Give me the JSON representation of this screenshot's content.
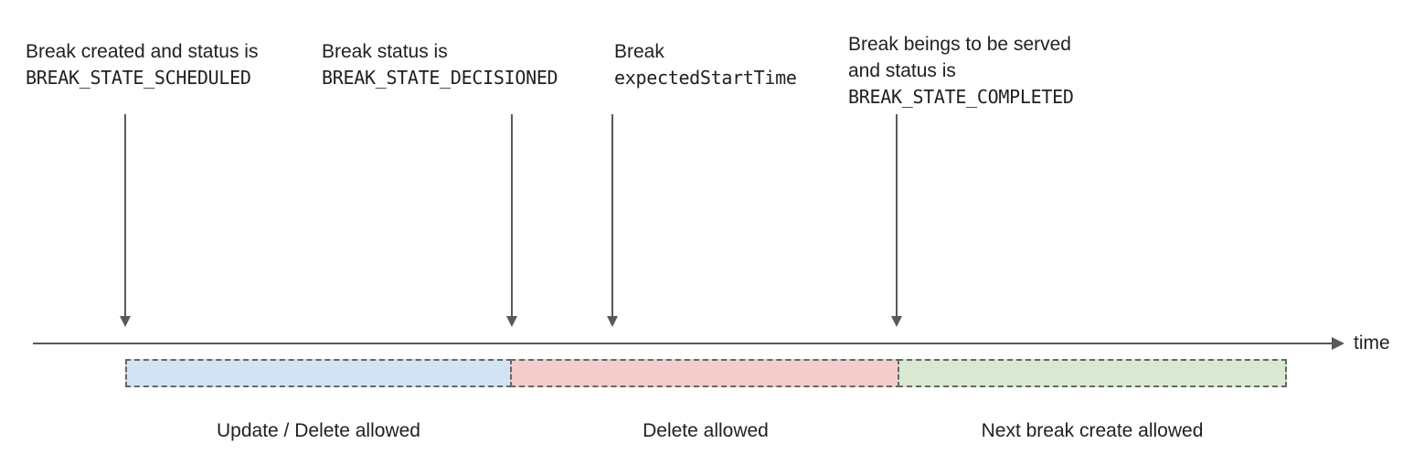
{
  "annotations": [
    {
      "line1": "Break created and status is",
      "code": "BREAK_STATE_SCHEDULED"
    },
    {
      "line1": "Break status is",
      "code": "BREAK_STATE_DECISIONED"
    },
    {
      "line1": "Break",
      "code": "expectedStartTime"
    },
    {
      "line1": "Break beings to be served",
      "line2": "and status is",
      "code": "BREAK_STATE_COMPLETED"
    }
  ],
  "timeline": {
    "axis_label": "time"
  },
  "segments": [
    {
      "label": "Update / Delete allowed",
      "fill": "#d2e3f3"
    },
    {
      "label": "Delete allowed",
      "fill": "#f4cccc"
    },
    {
      "label": "Next break create allowed",
      "fill": "#d9e8d2"
    }
  ],
  "colors": {
    "arrow_line": "#595959",
    "segment_border": "#666666",
    "text": "#202124"
  }
}
